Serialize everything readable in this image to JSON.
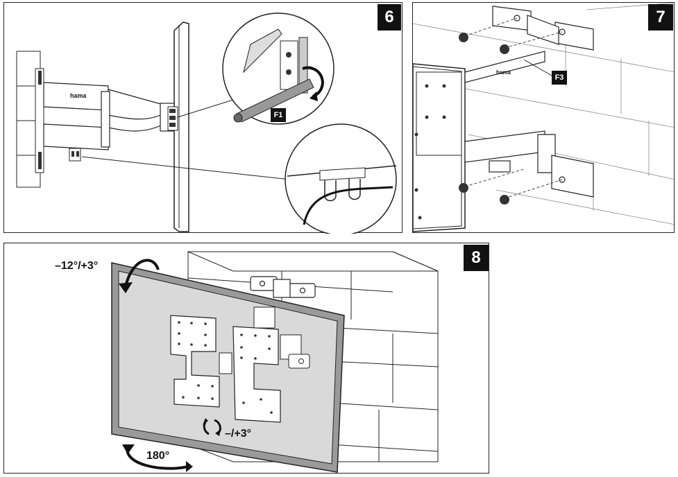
{
  "panel6": {
    "step": "6",
    "callout_f1": "F1"
  },
  "panel7": {
    "step": "7",
    "callout_f3": "F3"
  },
  "panel8": {
    "step": "8",
    "tilt_label": "–12°/+3°",
    "rotate_label": "–/+3°",
    "swivel_label": "180°"
  },
  "brand_mark": "hama",
  "colors": {
    "ink": "#111111",
    "tv_frame": "#9a9a9a",
    "tv_screen": "#d9d9d9",
    "step_bg": "#111111"
  }
}
